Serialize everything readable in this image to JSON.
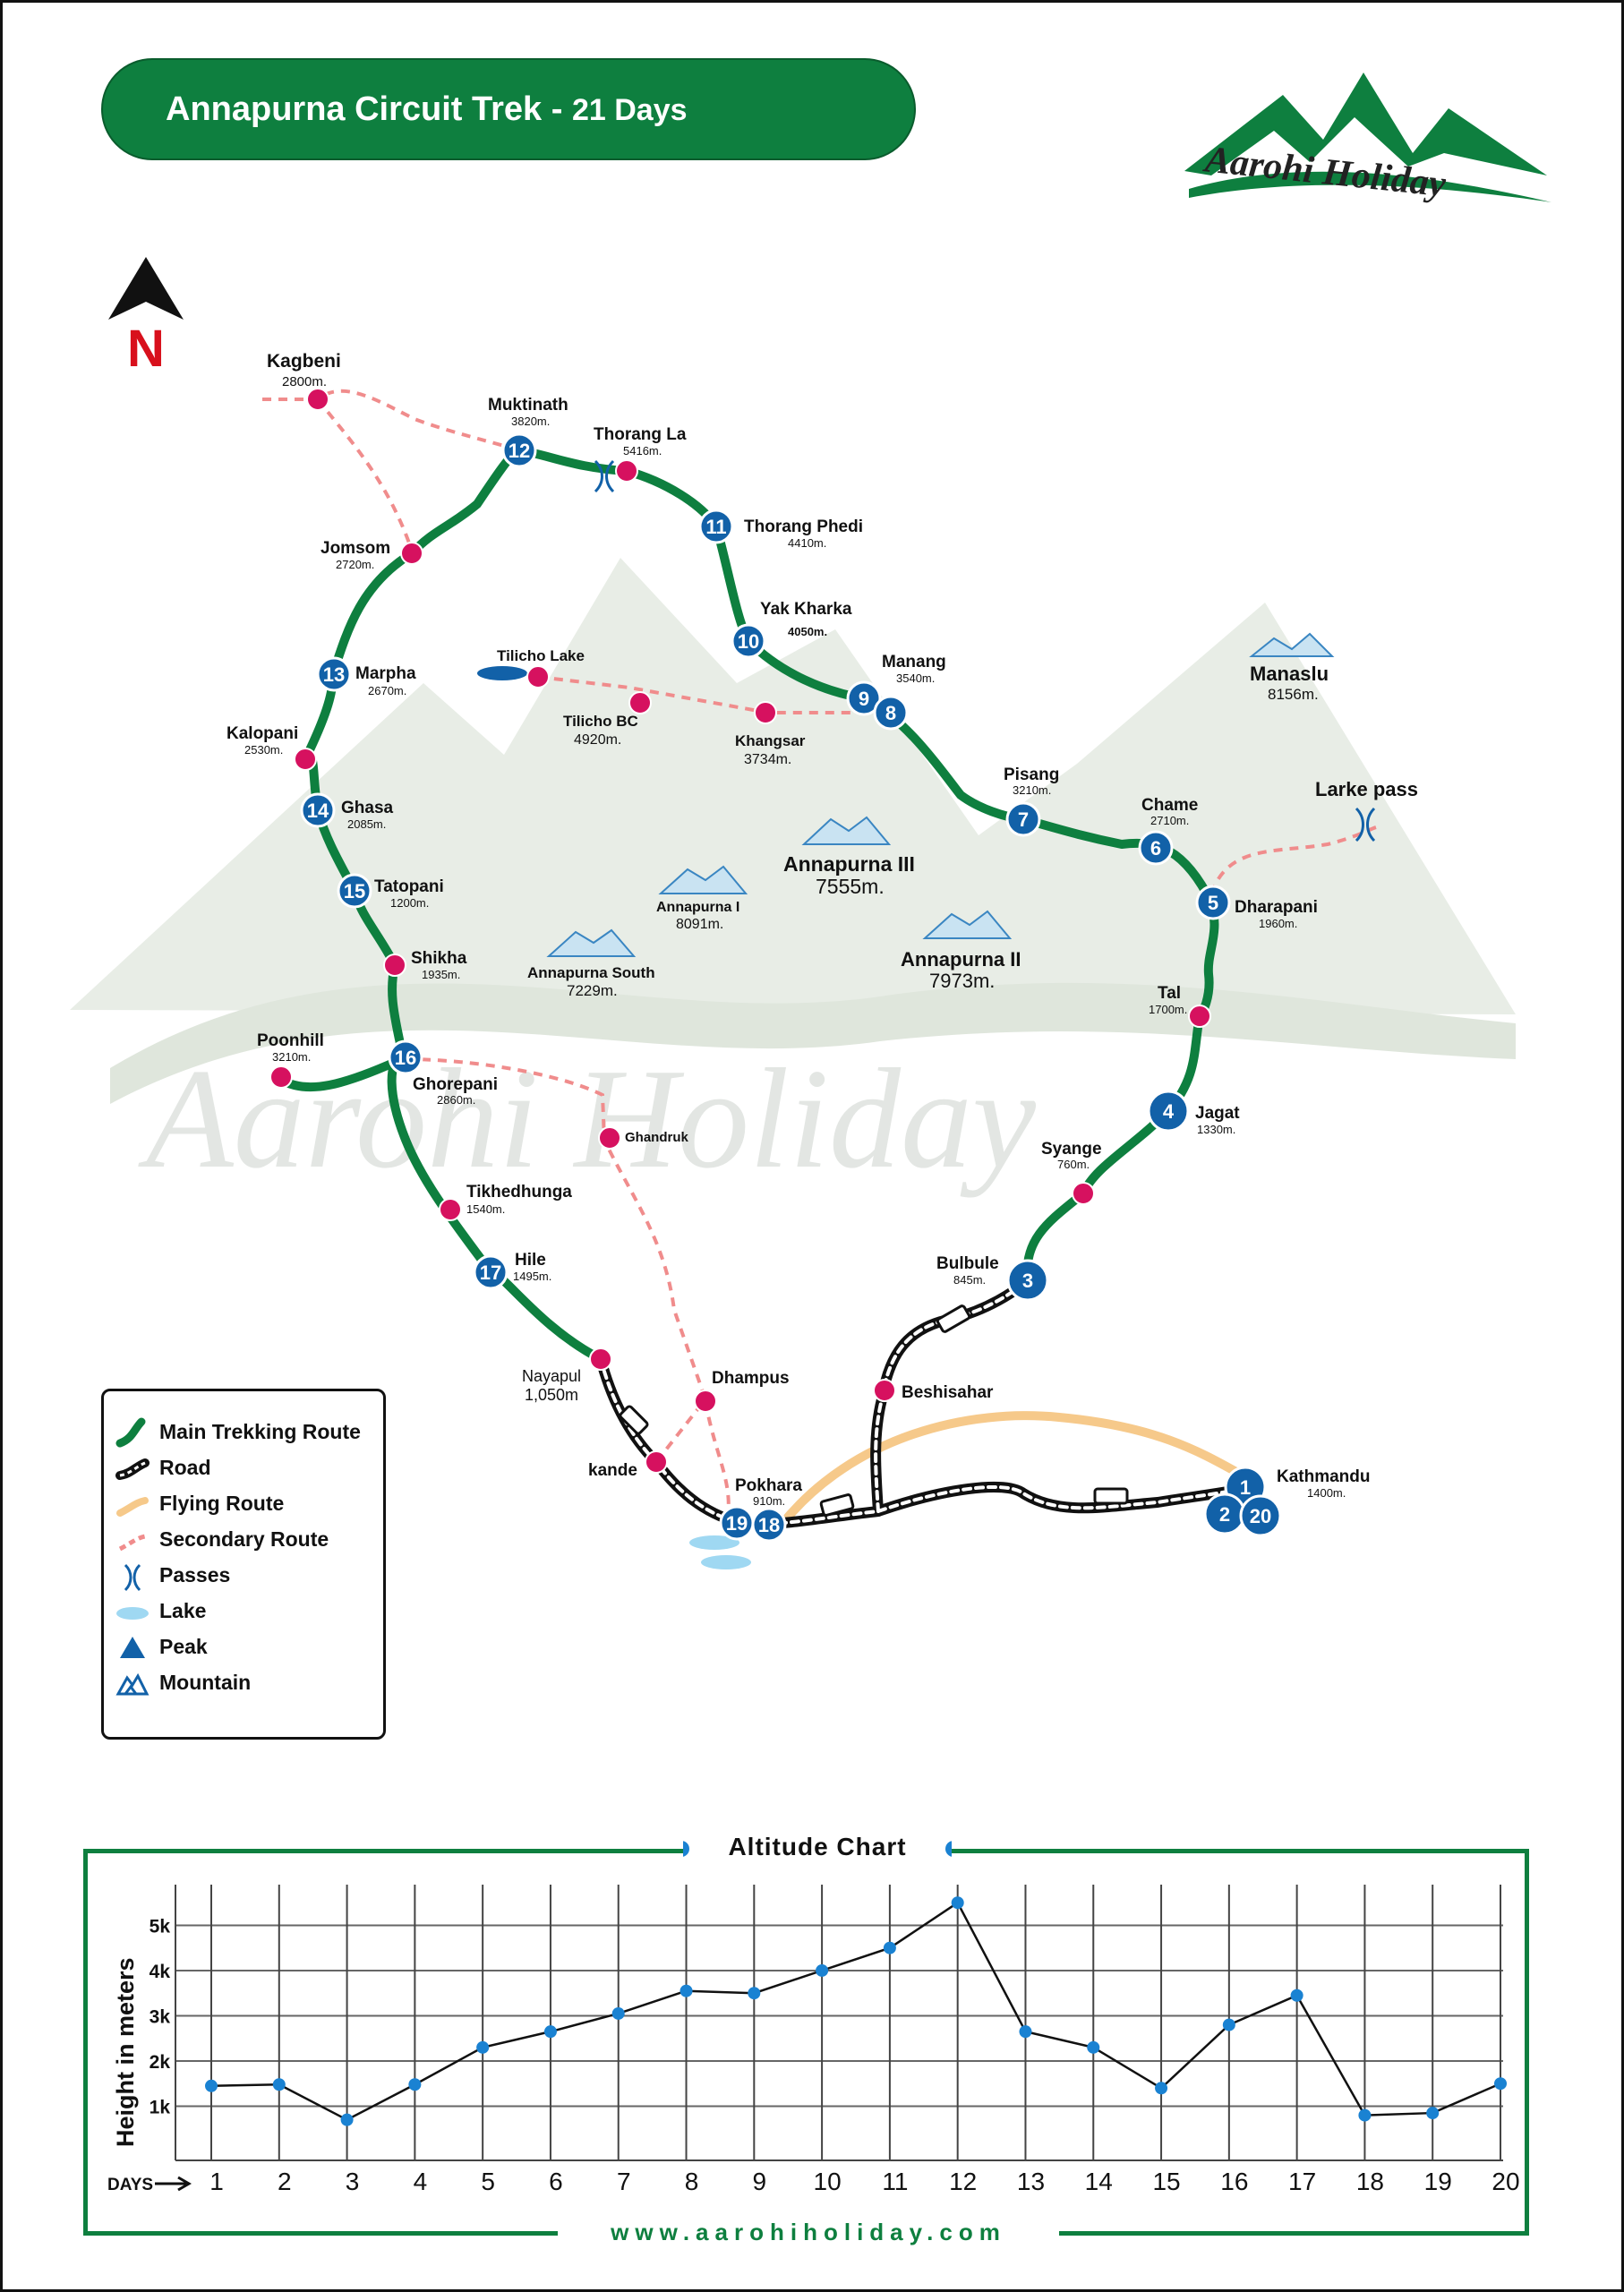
{
  "title": {
    "main": "Annapurna Circuit Trek - ",
    "days": "21 Days"
  },
  "logo": {
    "text": "Aarohi Holiday",
    "color": "#0e7f3f"
  },
  "north": {
    "label": "N"
  },
  "colors": {
    "route": "#0e7f3f",
    "secondary": "#f08c8c",
    "flying": "#f6c98a",
    "node": "#1261a8",
    "stop": "#d6115f",
    "watermark": "#e7ece4"
  },
  "places": [
    {
      "name": "Kagbeni",
      "alt": "2800m."
    },
    {
      "name": "Muktinath",
      "alt": "3820m."
    },
    {
      "name": "Thorang La",
      "alt": "5416m."
    },
    {
      "name": "Thorang Phedi",
      "alt": "4410m."
    },
    {
      "name": "Jomsom",
      "alt": "2720m."
    },
    {
      "name": "Yak Kharka",
      "alt": "4050m."
    },
    {
      "name": "Marpha",
      "alt": "2670m."
    },
    {
      "name": "Tilicho Lake",
      "alt": ""
    },
    {
      "name": "Tilicho BC",
      "alt": "4920m."
    },
    {
      "name": "Khangsar",
      "alt": "3734m."
    },
    {
      "name": "Manang",
      "alt": "3540m."
    },
    {
      "name": "Kalopani",
      "alt": "2530m."
    },
    {
      "name": "Ghasa",
      "alt": "2085m."
    },
    {
      "name": "Pisang",
      "alt": "3210m."
    },
    {
      "name": "Chame",
      "alt": "2710m."
    },
    {
      "name": "Tatopani",
      "alt": "1200m."
    },
    {
      "name": "Dharapani",
      "alt": "1960m."
    },
    {
      "name": "Shikha",
      "alt": "1935m."
    },
    {
      "name": "Tal",
      "alt": "1700m."
    },
    {
      "name": "Poonhill",
      "alt": "3210m."
    },
    {
      "name": "Ghorepani",
      "alt": "2860m."
    },
    {
      "name": "Jagat",
      "alt": "1330m."
    },
    {
      "name": "Ghandruk",
      "alt": ""
    },
    {
      "name": "Syange",
      "alt": "760m."
    },
    {
      "name": "Tikhedhunga",
      "alt": "1540m."
    },
    {
      "name": "Hile",
      "alt": "1495m."
    },
    {
      "name": "Bulbule",
      "alt": "845m."
    },
    {
      "name": "Nayapul",
      "alt": "1,050m"
    },
    {
      "name": "Dhampus",
      "alt": ""
    },
    {
      "name": "Beshisahar",
      "alt": ""
    },
    {
      "name": "kande",
      "alt": ""
    },
    {
      "name": "Pokhara",
      "alt": "910m."
    },
    {
      "name": "Kathmandu",
      "alt": "1400m."
    },
    {
      "name": "Larke pass",
      "alt": ""
    }
  ],
  "peaks": [
    {
      "name": "Manaslu",
      "alt": "8156m."
    },
    {
      "name": "Annapurna III",
      "alt": "7555m."
    },
    {
      "name": "Annapurna I",
      "alt": "8091m."
    },
    {
      "name": "Annapurna II",
      "alt": "7973m."
    },
    {
      "name": "Annapurna South",
      "alt": "7229m."
    }
  ],
  "days": [
    "1",
    "2",
    "3",
    "4",
    "5",
    "6",
    "7",
    "8",
    "9",
    "10",
    "11",
    "12",
    "13",
    "14",
    "15",
    "16",
    "17",
    "18",
    "19",
    "20"
  ],
  "legend": {
    "main_route": "Main Trekking Route",
    "road": "Road",
    "flying": "Flying Route",
    "secondary": "Secondary Route",
    "passes": "Passes",
    "lake": "Lake",
    "peak": "Peak",
    "mountain": "Mountain"
  },
  "chart_data": {
    "type": "line",
    "title": "Altitude Chart",
    "xlabel": "DAYS",
    "ylabel": "Height in meters",
    "x": [
      1,
      2,
      3,
      4,
      5,
      6,
      7,
      8,
      9,
      10,
      11,
      12,
      13,
      14,
      15,
      16,
      17,
      18,
      19,
      20
    ],
    "categories": [
      "1",
      "2",
      "3",
      "4",
      "5",
      "6",
      "7",
      "8",
      "9",
      "10",
      "11",
      "12",
      "13",
      "14",
      "15",
      "16",
      "17",
      "18",
      "19",
      "20"
    ],
    "values": [
      1450,
      1480,
      700,
      1480,
      2300,
      2650,
      3050,
      3550,
      3500,
      4000,
      4500,
      5500,
      2650,
      2300,
      1400,
      2800,
      3450,
      800,
      850,
      1500
    ],
    "yticks": [
      "1k",
      "2k",
      "3k",
      "4k",
      "5k"
    ],
    "ylim": [
      0,
      5900
    ],
    "grid": true
  },
  "website": "www.aarohiholiday.com"
}
